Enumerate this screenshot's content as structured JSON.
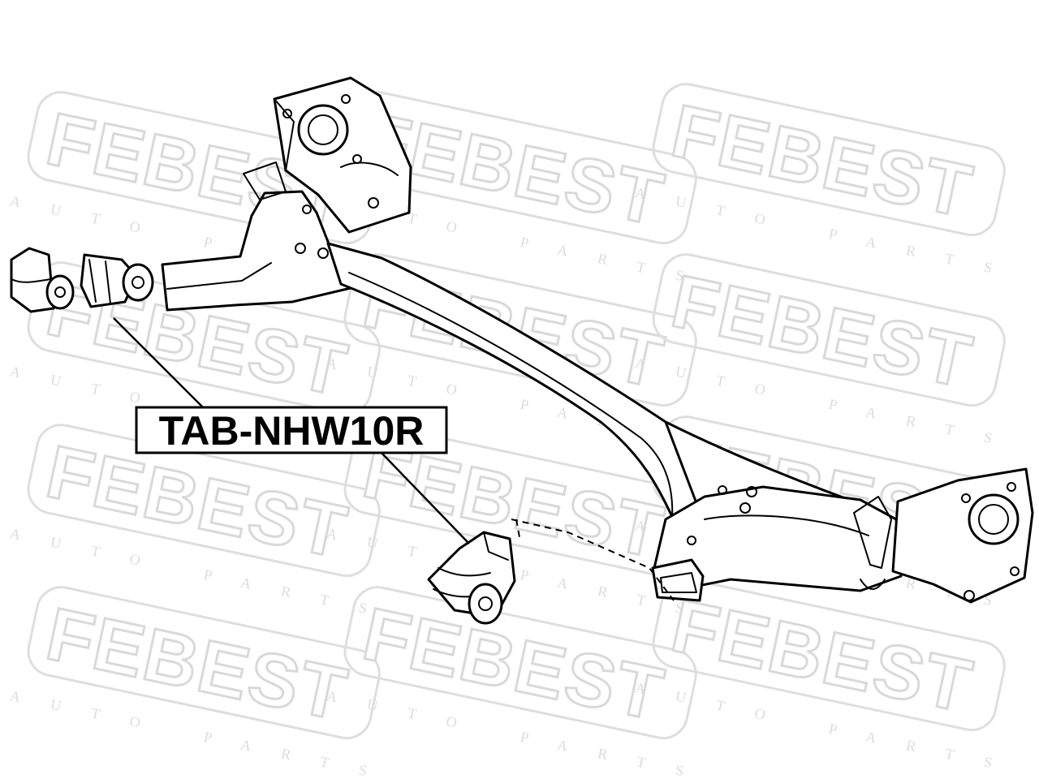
{
  "watermark": {
    "brand": "FEBEST",
    "subtitle": "AUTO PARTS"
  },
  "callout": {
    "part_number": "TAB-NHW10R"
  },
  "colors": {
    "line": "#000000",
    "watermark": "#d9d9d9",
    "background": "#ffffff"
  }
}
